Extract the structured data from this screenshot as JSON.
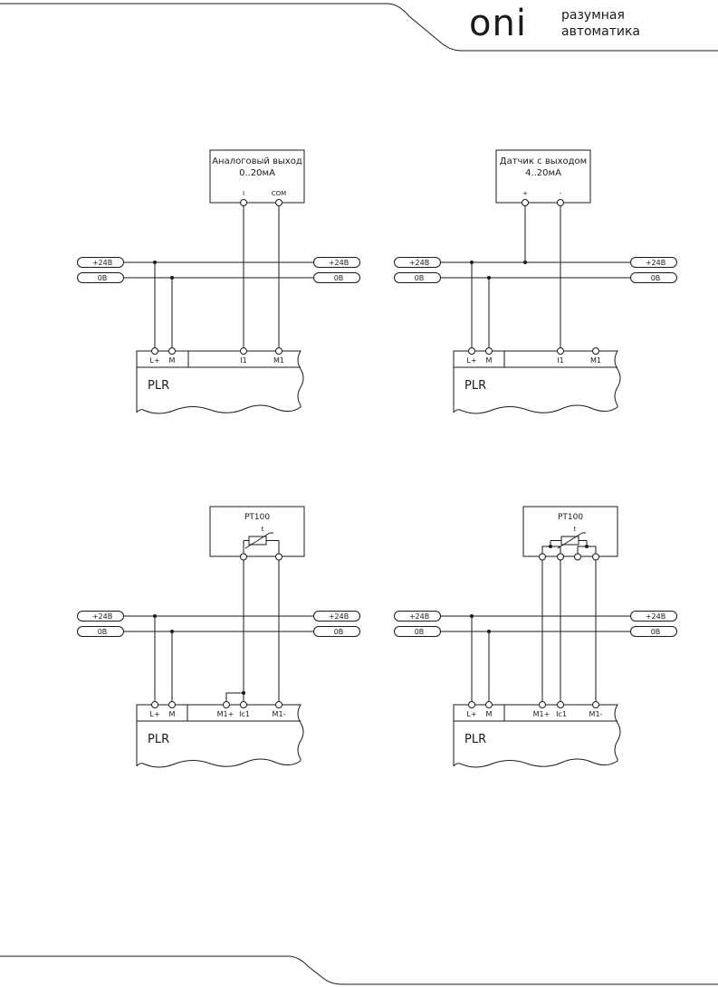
{
  "header": {
    "logo_word": "oni",
    "logo_line1": "разумная",
    "logo_line2": "автоматика"
  },
  "rails": {
    "plus": "+24В",
    "zero": "0В"
  },
  "plc_label": "PLR",
  "diagrams": [
    {
      "id": "analog-output",
      "device_line1": "Аналоговый выход",
      "device_line2": "0..20мА",
      "pin_a": "I",
      "pin_b": "COM",
      "terminals": [
        "L+",
        "M",
        "I1",
        "M1"
      ]
    },
    {
      "id": "sensor-4-20",
      "device_line1": "Датчик с выходом",
      "device_line2": "4..20мА",
      "pin_a": "+",
      "pin_b": "-",
      "terminals": [
        "L+",
        "M",
        "I1",
        "M1"
      ]
    },
    {
      "id": "pt100-2wire",
      "device_line1": "PT100",
      "resistor_mark": "t",
      "terminals": [
        "L+",
        "M",
        "M1+",
        "Ic1",
        "M1-"
      ]
    },
    {
      "id": "pt100-3wire",
      "device_line1": "PT100",
      "resistor_mark": "t",
      "terminals": [
        "L+",
        "M",
        "M1+",
        "Ic1",
        "M1-"
      ]
    }
  ]
}
